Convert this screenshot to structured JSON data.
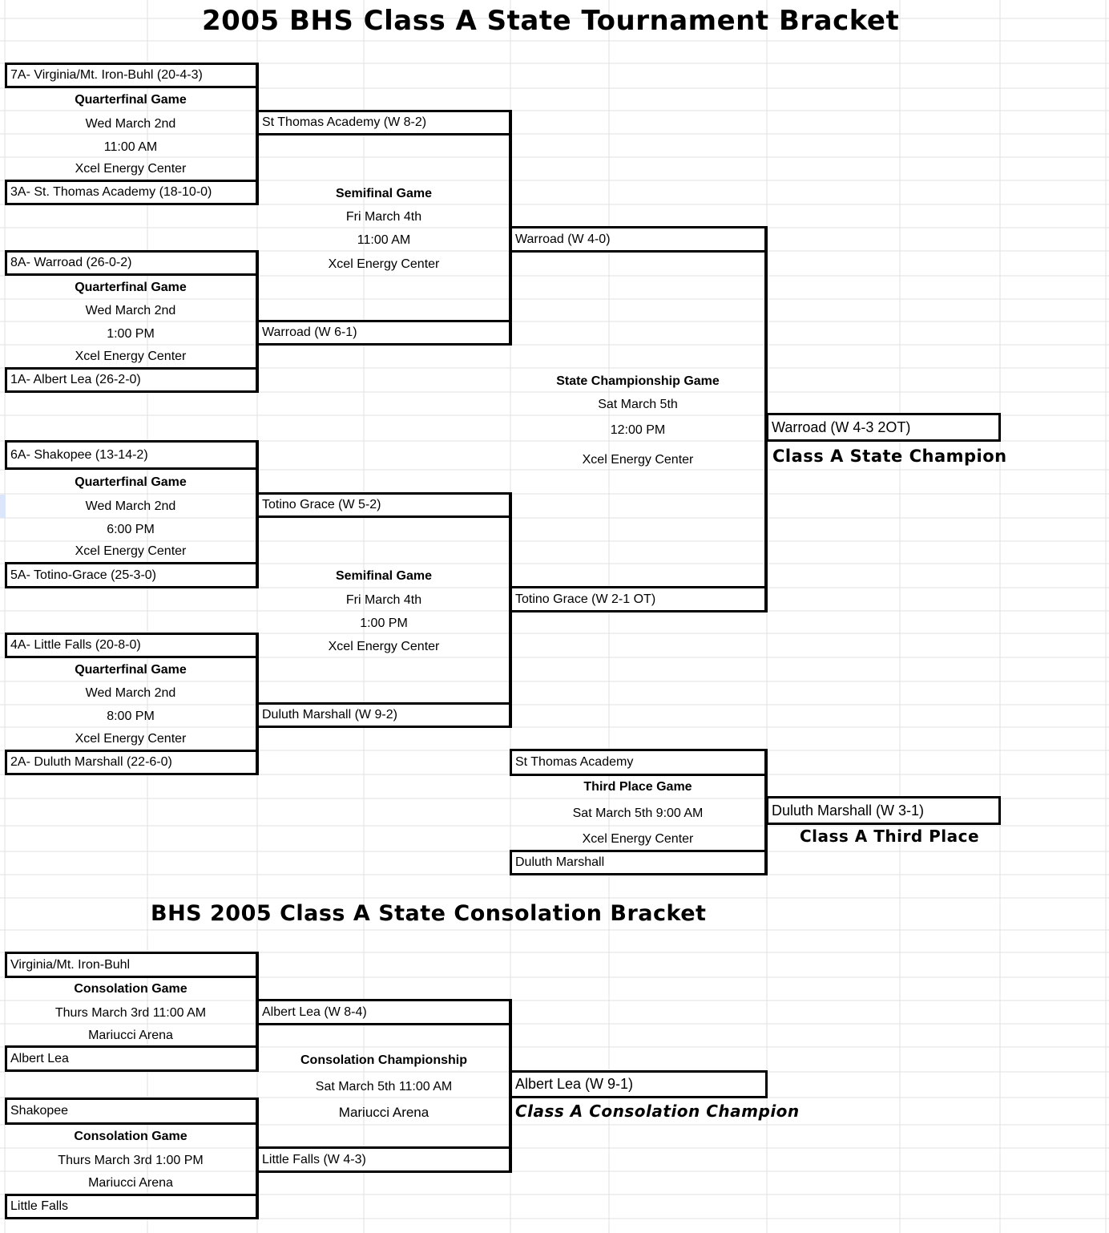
{
  "main_title": "2005 BHS Class A State Tournament Bracket",
  "consolation_title": "BHS 2005 Class A State Consolation Bracket",
  "quarterfinals": [
    {
      "team_top": "7A- Virginia/Mt. Iron-Buhl (20-4-3)",
      "label": "Quarterfinal Game",
      "date": "Wed March 2nd",
      "time": "11:00 AM",
      "venue": "Xcel Energy Center",
      "team_bottom": "3A- St. Thomas Academy (18-10-0)"
    },
    {
      "team_top": "8A- Warroad (26-0-2)",
      "label": "Quarterfinal Game",
      "date": "Wed March 2nd",
      "time": "1:00 PM",
      "venue": "Xcel Energy Center",
      "team_bottom": "1A- Albert Lea (26-2-0)"
    },
    {
      "team_top": "6A- Shakopee (13-14-2)",
      "label": "Quarterfinal Game",
      "date": "Wed March 2nd",
      "time": "6:00 PM",
      "venue": "Xcel Energy Center",
      "team_bottom": "5A- Totino-Grace (25-3-0)"
    },
    {
      "team_top": "4A- Little Falls (20-8-0)",
      "label": "Quarterfinal Game",
      "date": "Wed March 2nd",
      "time": "8:00 PM",
      "venue": "Xcel Energy Center",
      "team_bottom": "2A- Duluth Marshall (22-6-0)"
    }
  ],
  "semifinals": [
    {
      "team_top": "St Thomas Academy (W 8-2)",
      "label": "Semifinal Game",
      "date": "Fri March 4th",
      "time": "11:00 AM",
      "venue": "Xcel Energy Center",
      "team_bottom": "Warroad (W 6-1)"
    },
    {
      "team_top": "Totino Grace (W 5-2)",
      "label": "Semifinal Game",
      "date": "Fri March 4th",
      "time": "1:00 PM",
      "venue": "Xcel Energy Center",
      "team_bottom": "Duluth Marshall (W 9-2)"
    }
  ],
  "championship": {
    "team_top": "Warroad (W 4-0)",
    "label": "State Championship Game",
    "date": "Sat March 5th",
    "time": "12:00 PM",
    "venue": "Xcel Energy Center",
    "team_bottom": "Totino Grace (W 2-1 OT)",
    "winner": "Warroad (W 4-3 2OT)",
    "award": "Class A State Champion"
  },
  "third_place": {
    "team_top": "St Thomas Academy",
    "label": "Third Place Game",
    "date_time": "Sat March 5th 9:00 AM",
    "venue": "Xcel Energy Center",
    "team_bottom": "Duluth Marshall",
    "winner": "Duluth Marshall (W 3-1)",
    "award": "Class A Third Place"
  },
  "consolation_games": [
    {
      "team_top": "Virginia/Mt. Iron-Buhl",
      "label": "Consolation Game",
      "date_time": "Thurs March 3rd 11:00 AM",
      "venue": "Mariucci Arena",
      "team_bottom": "Albert Lea"
    },
    {
      "team_top": "Shakopee",
      "label": "Consolation Game",
      "date_time": "Thurs March 3rd 1:00 PM",
      "venue": "Mariucci Arena",
      "team_bottom": "Little Falls"
    }
  ],
  "consolation_championship": {
    "team_top": "Albert Lea (W 8-4)",
    "label": "Consolation Championship",
    "date_time": "Sat March 5th 11:00 AM",
    "venue": "Mariucci Arena",
    "team_bottom": "Little Falls (W 4-3)",
    "winner": "Albert Lea (W 9-1)",
    "award": "Class A Consolation Champion"
  }
}
